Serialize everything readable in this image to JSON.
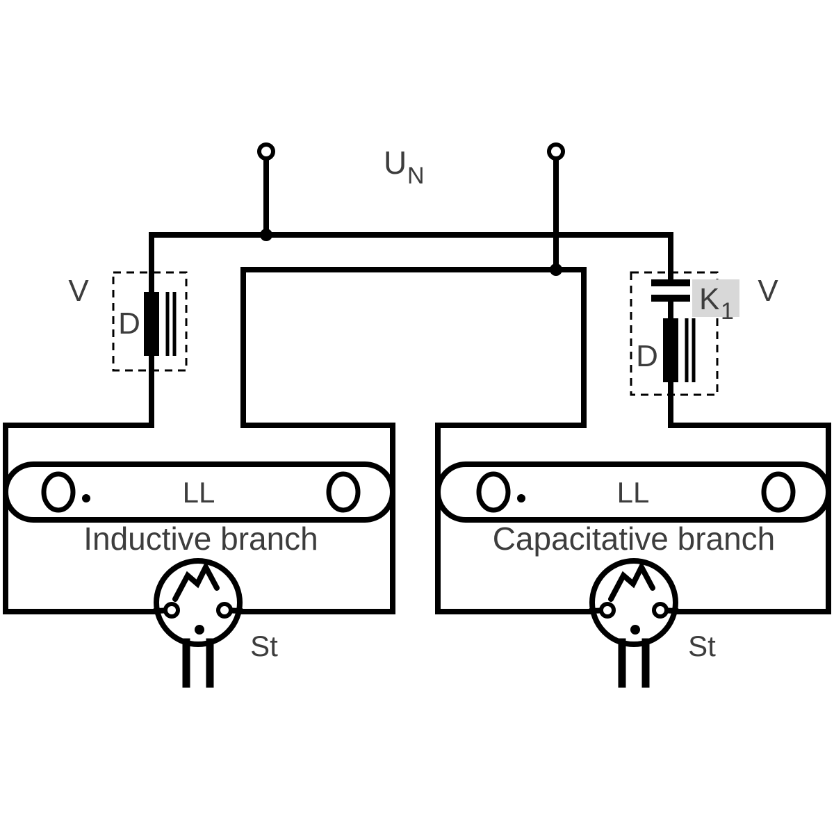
{
  "colors": {
    "line": "#000000",
    "text": "#3d3d3d",
    "k1_highlight": "#d8d8d8",
    "background": "#ffffff"
  },
  "supply": {
    "label": "U",
    "label_sub": "N"
  },
  "left_branch": {
    "box_label": "V",
    "ballast_label": "D",
    "lamp_label": "LL",
    "name": "Inductive branch",
    "starter_label": "St"
  },
  "right_branch": {
    "box_label": "V",
    "capacitor_label": "K",
    "capacitor_label_sub": "1",
    "ballast_label": "D",
    "lamp_label": "LL",
    "name": "Capacitative branch",
    "starter_label": "St"
  }
}
